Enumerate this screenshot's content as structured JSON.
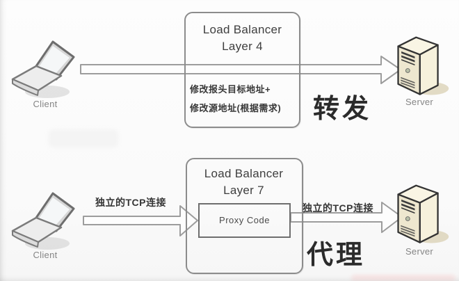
{
  "top": {
    "client_label": "Client",
    "server_label": "Server",
    "box_title_line1": "Load Balancer",
    "box_title_line2": "Layer 4",
    "note_line1": "修改报头目标地址+",
    "note_line2": "修改源地址(根据需求)",
    "mode_label": "转发"
  },
  "bottom": {
    "client_label": "Client",
    "server_label": "Server",
    "box_title_line1": "Load Balancer",
    "box_title_line2": "Layer 7",
    "proxy_box_label": "Proxy Code",
    "left_arrow_label": "独立的TCP连接",
    "right_arrow_label": "独立的TCP连接",
    "mode_label": "代理"
  },
  "icons": {
    "client": "laptop-icon",
    "server": "tower-server-icon",
    "flow": "block-arrow-right-icon"
  },
  "colors": {
    "background": "#fbfbfb",
    "box_border": "#8c8c8c",
    "proxy_border": "#6e6e6e",
    "arrow_stroke": "#9c9c9c",
    "title_text": "#3e3e3e",
    "note_text": "#383838",
    "mode_text": "#2b2b2b",
    "device_label_text": "#858585",
    "server_body": "#eee7cf"
  }
}
